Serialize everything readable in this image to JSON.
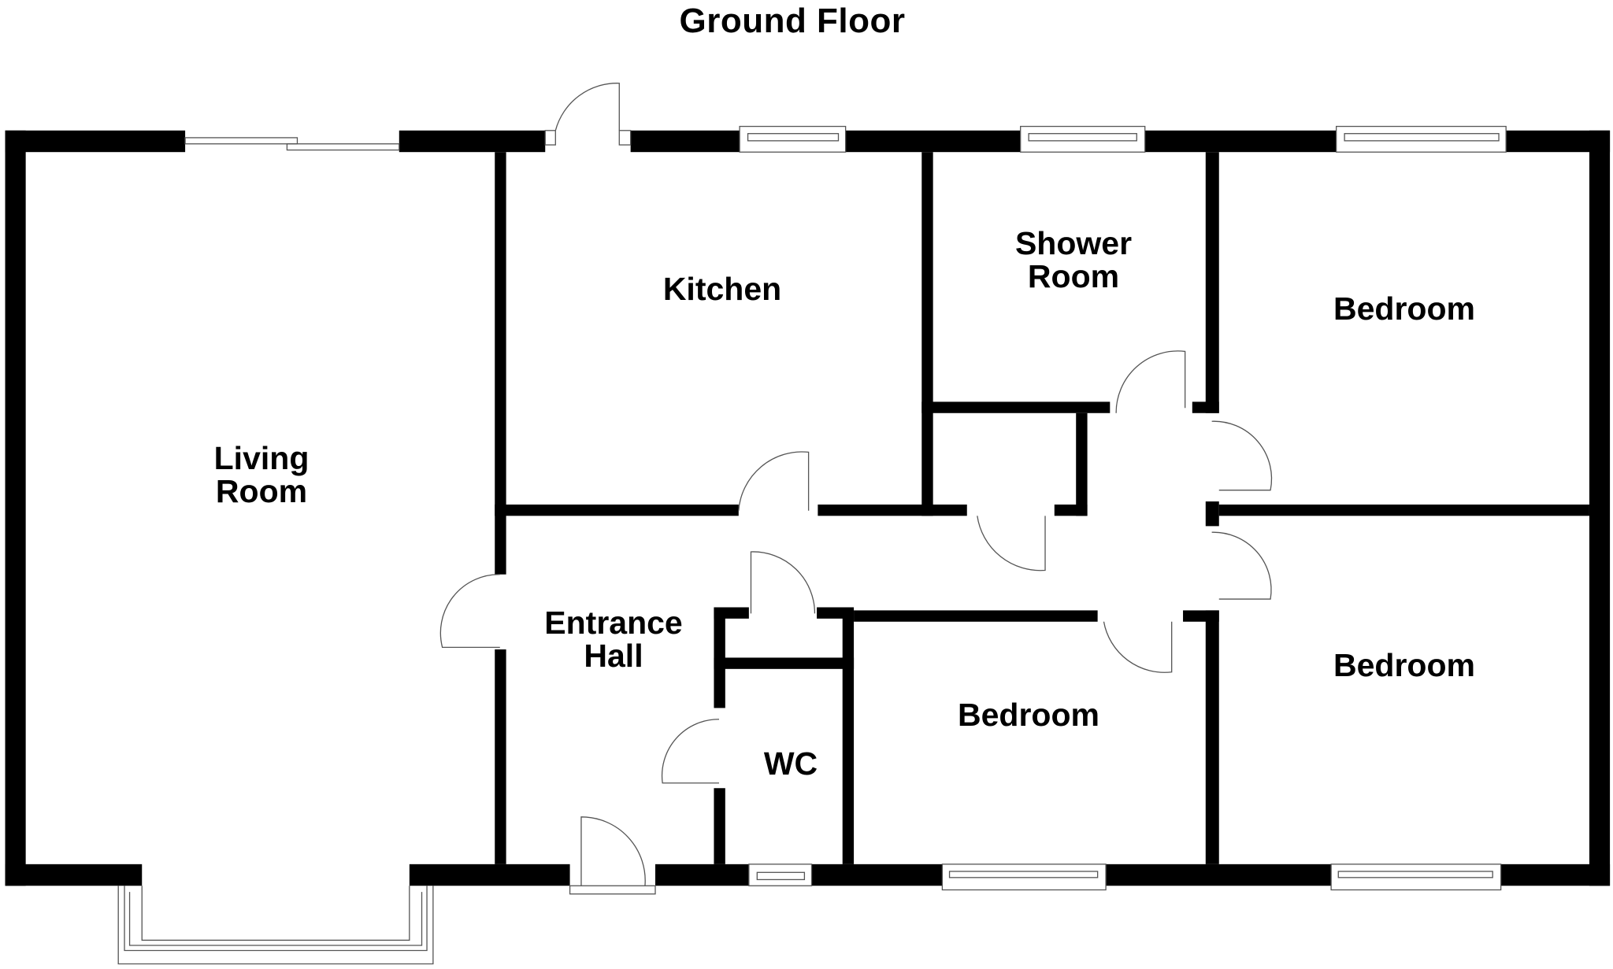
{
  "floor_title": "Ground Floor",
  "rooms": {
    "living_room": {
      "line1": "Living",
      "line2": "Room"
    },
    "kitchen": {
      "line1": "Kitchen"
    },
    "shower_room": {
      "line1": "Shower",
      "line2": "Room"
    },
    "bedroom_top_right": {
      "line1": "Bedroom"
    },
    "entrance_hall": {
      "line1": "Entrance",
      "line2": "Hall"
    },
    "wc": {
      "line1": "WC"
    },
    "bedroom_bottom_center": {
      "line1": "Bedroom"
    },
    "bedroom_bottom_right": {
      "line1": "Bedroom"
    }
  },
  "colors": {
    "wall": "#000000",
    "fixture_line": "#555555",
    "background": "#ffffff"
  }
}
